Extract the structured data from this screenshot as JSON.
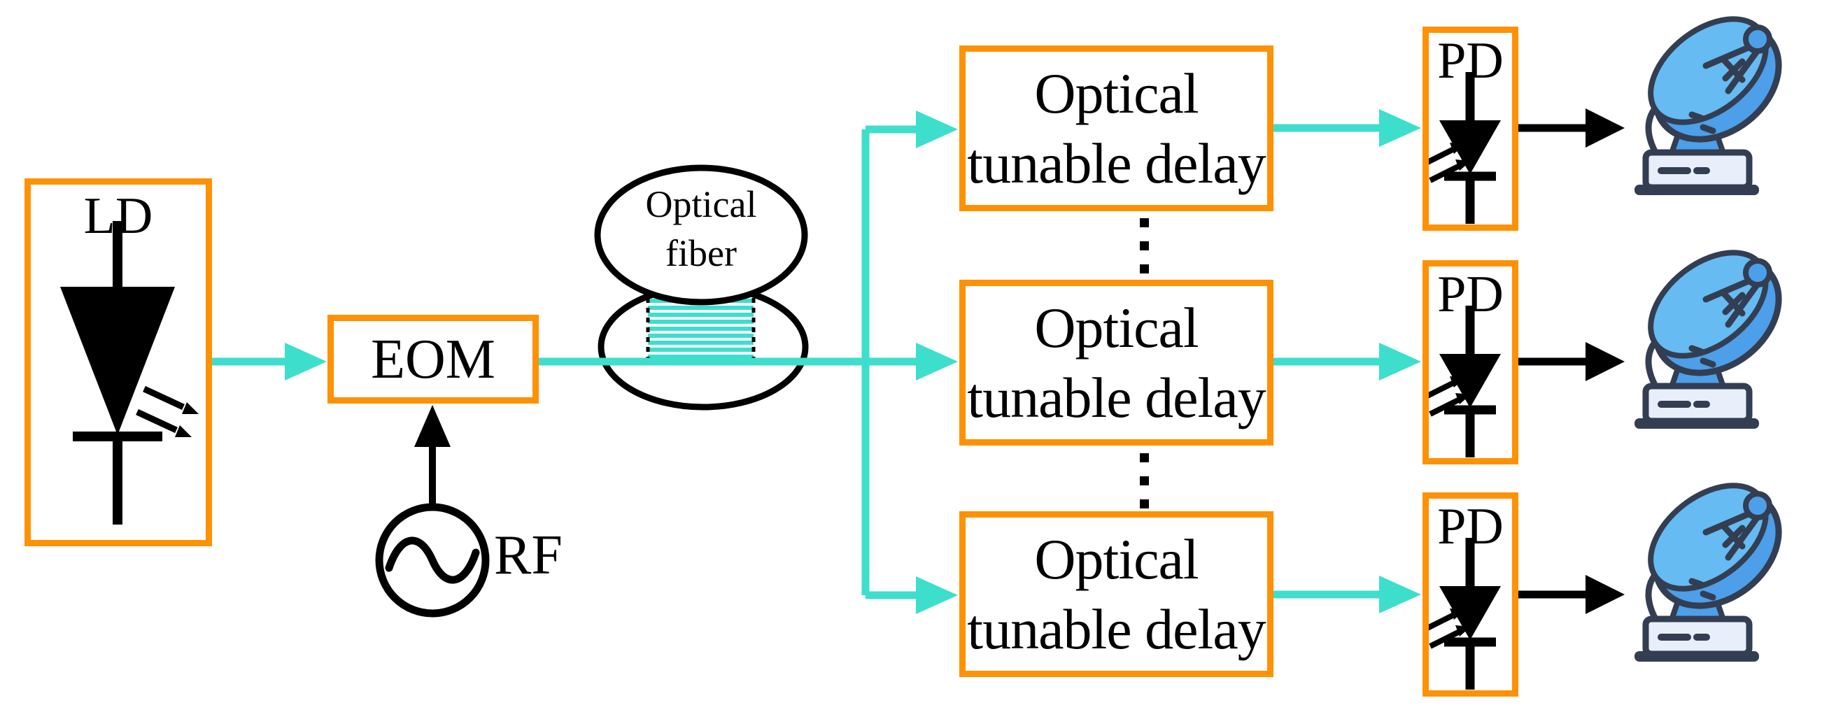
{
  "palette": {
    "orange": "#FF9105",
    "teal": "#3EDECD",
    "black": "#000000",
    "dish_light": "#66BBF2",
    "dish_mid": "#4C9FE8",
    "dish_outline": "#333E52",
    "dish_base": "#E9EFFA"
  },
  "icons": {
    "laser": "laser-diode-icon",
    "modulator_drive": "rf-oscillator-icon",
    "fiber": "fiber-spool-icon",
    "detector": "photodiode-icon",
    "output": "antenna-dish-icon"
  },
  "laser": {
    "label": "LD"
  },
  "modulator": {
    "label": "EOM"
  },
  "rf_source": {
    "label": "RF"
  },
  "fiber_spool": {
    "label_line1": "Optical",
    "label_line2": "fiber"
  },
  "channels": [
    {
      "delay_line1": "Optical",
      "delay_line2": "tunable delay",
      "pd_label": "PD"
    },
    {
      "delay_line1": "Optical",
      "delay_line2": "tunable delay",
      "pd_label": "PD"
    },
    {
      "delay_line1": "Optical",
      "delay_line2": "tunable delay",
      "pd_label": "PD"
    }
  ]
}
